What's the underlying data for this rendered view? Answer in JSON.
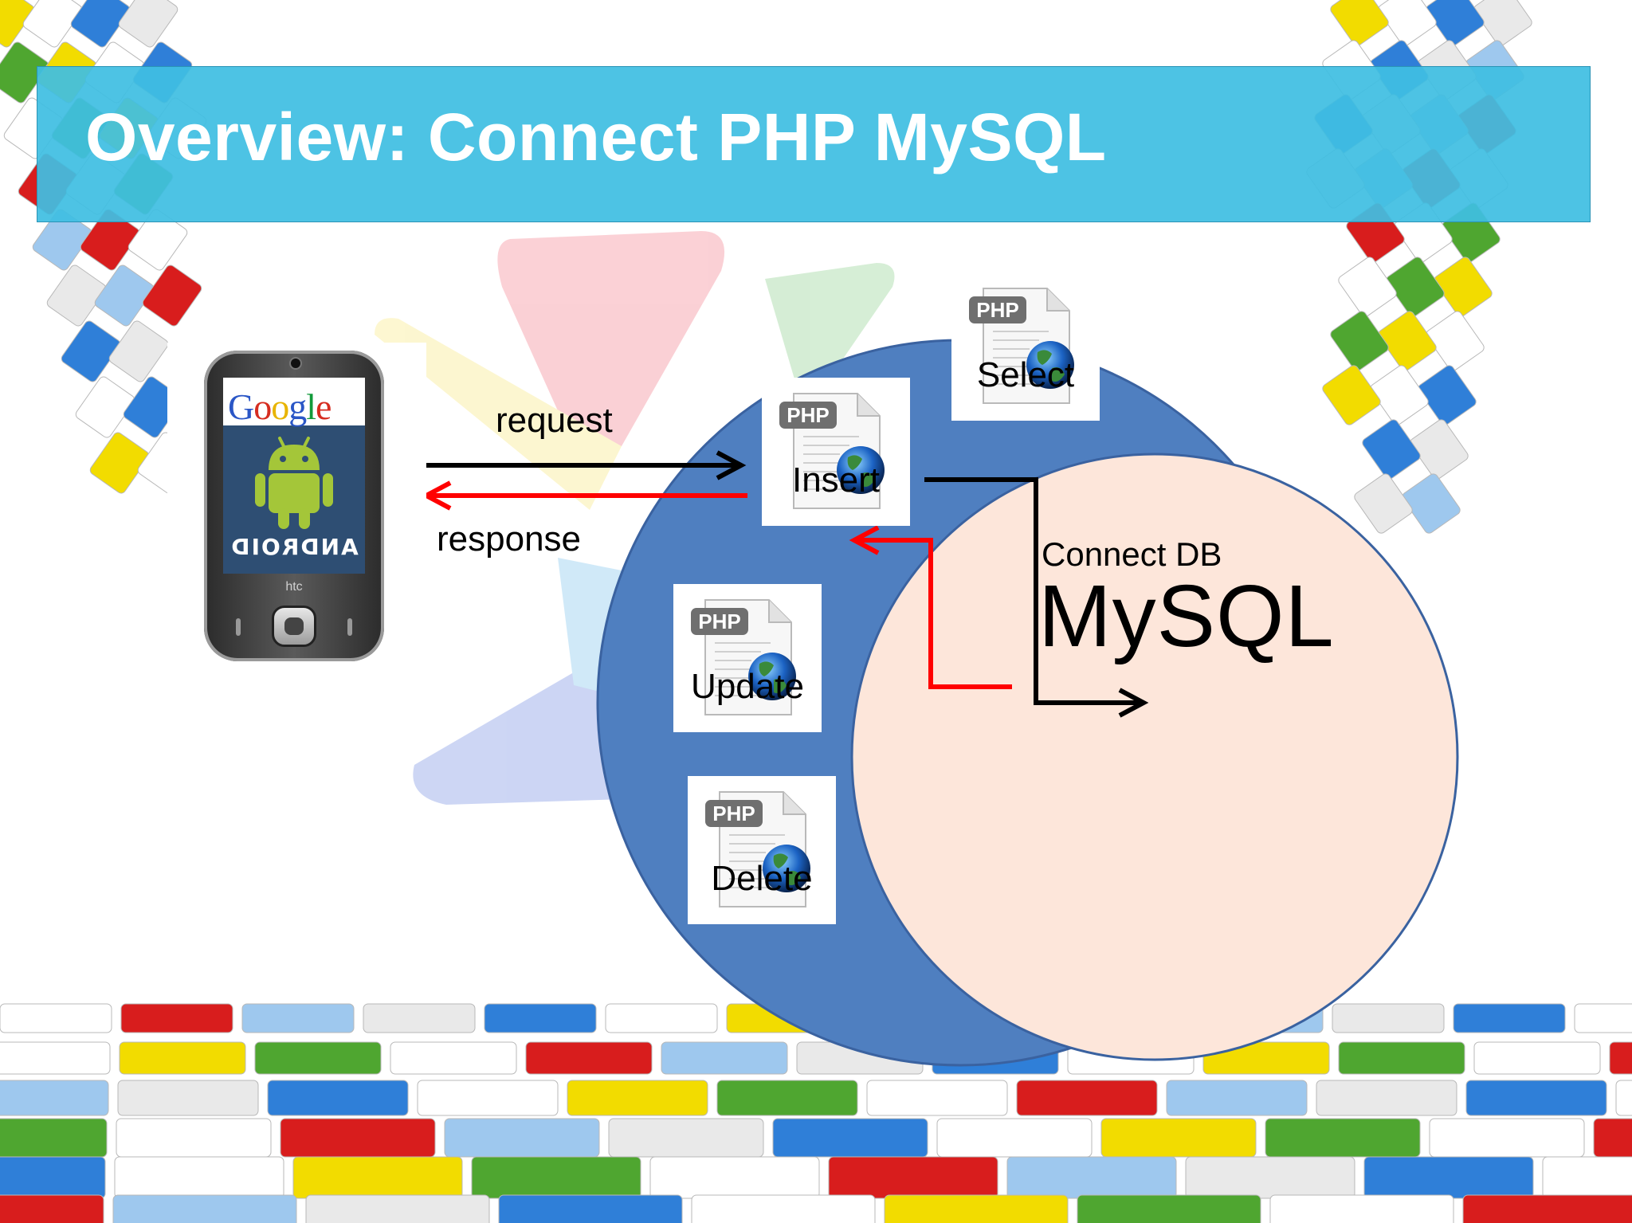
{
  "slide": {
    "title": "Overview: Connect PHP MySQL"
  },
  "phone": {
    "brand_logo": "Google",
    "os_logo": "ANDROID",
    "maker_logo": "htc"
  },
  "arrows": {
    "request_label": "request",
    "response_label": "response"
  },
  "php_scripts": [
    {
      "label": "Select",
      "badge": "PHP"
    },
    {
      "label": "Insert",
      "badge": "PHP"
    },
    {
      "label": "Update",
      "badge": "PHP"
    },
    {
      "label": "Delete",
      "badge": "PHP"
    }
  ],
  "database": {
    "connect_label": "Connect DB",
    "name": "MySQL"
  },
  "colors": {
    "title_bar": "#40bee2",
    "server_circle": "#4f7fc0",
    "database_circle": "#fde6da",
    "request_arrow": "#000000",
    "response_arrow": "#ff0000",
    "android_green": "#a4c639"
  },
  "icons": [
    "php-file-icon",
    "globe-icon",
    "android-robot-icon",
    "smartphone-icon"
  ]
}
